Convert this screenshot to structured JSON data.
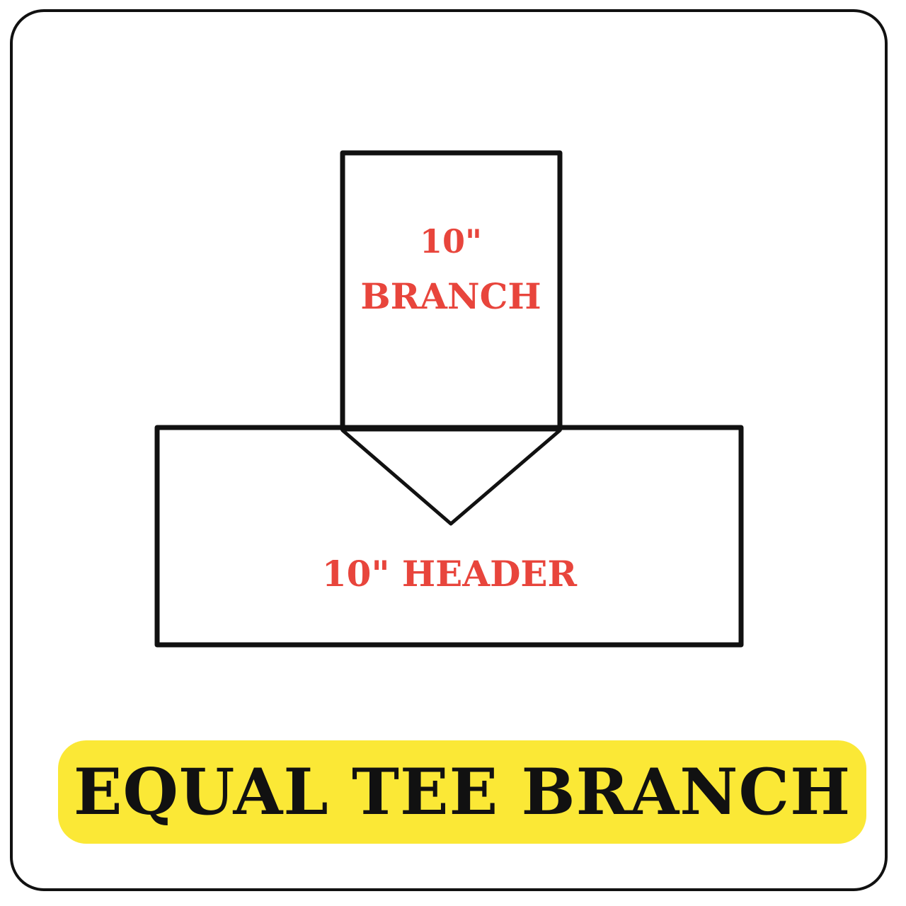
{
  "diagram": {
    "branch": {
      "size_label": "10\"",
      "name_label": "BRANCH"
    },
    "header": {
      "label": "10\" HEADER"
    },
    "title": "EQUAL TEE BRANCH",
    "colors": {
      "label_red": "#e8453c",
      "banner_yellow": "#fbe836",
      "outline": "#111111"
    }
  }
}
